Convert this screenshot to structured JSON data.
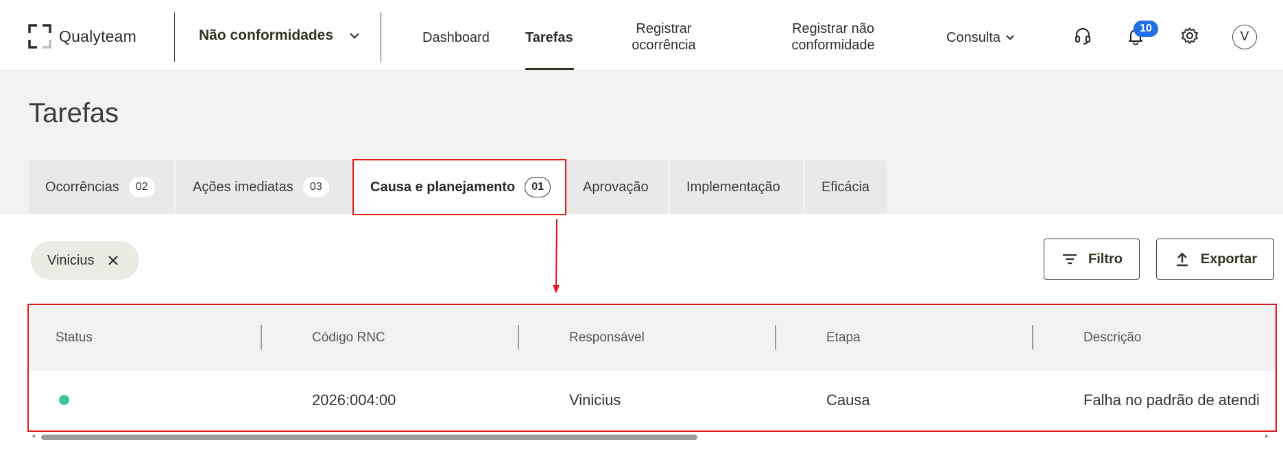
{
  "header": {
    "logo_text": "Qualyteam",
    "module": "Não conformidades",
    "nav": {
      "dashboard": "Dashboard",
      "tarefas": "Tarefas",
      "registrar_ocorrencia_l1": "Registrar",
      "registrar_ocorrencia_l2": "ocorrência",
      "registrar_nc_l1": "Registrar não",
      "registrar_nc_l2": "conformidade",
      "consulta": "Consulta"
    },
    "notifications_count": "10",
    "avatar_initial": "V",
    "icons": [
      "headset-icon",
      "bell-icon",
      "gear-icon",
      "chevron-down-icon"
    ]
  },
  "page": {
    "title": "Tarefas"
  },
  "tabs": [
    {
      "label": "Ocorrências",
      "count": "02"
    },
    {
      "label": "Ações imediatas",
      "count": "03"
    },
    {
      "label": "Causa e planejamento",
      "count": "01",
      "active": true
    },
    {
      "label": "Aprovação"
    },
    {
      "label": "Implementação"
    },
    {
      "label": "Eficácia"
    }
  ],
  "filters": {
    "chip_label": "Vinicius",
    "filter_button": "Filtro",
    "export_button": "Exportar"
  },
  "table": {
    "columns": [
      "Status",
      "Código RNC",
      "Responsável",
      "Etapa",
      "Descrição"
    ],
    "rows": [
      {
        "status_color": "#3cc98e",
        "codigo": "2026:004:00",
        "responsavel": "Vinicius",
        "etapa": "Causa",
        "descricao": "Falha no padrão de atendi"
      }
    ]
  },
  "colors": {
    "highlight": "#e01b1b",
    "brand_dark": "#2f3420",
    "notification_badge": "#1f6fe5"
  }
}
